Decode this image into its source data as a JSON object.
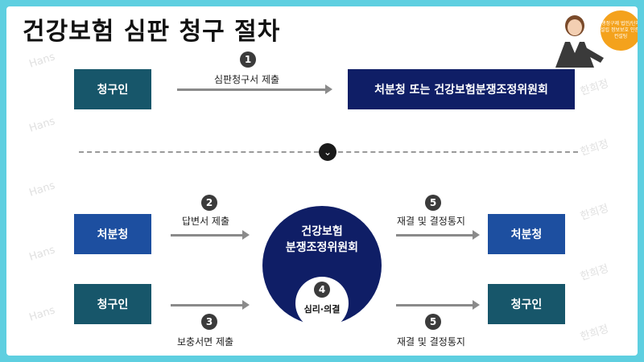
{
  "title": "건강보험 심판 청구 절차",
  "badge": "행정구제 법인/단체 설립 정보보호 인증/컨설팅",
  "watermarks": [
    "Hans",
    "한희정"
  ],
  "top_flow": {
    "source": "청구인",
    "step_number": "1",
    "step_label": "심판청구서 제출",
    "target": "처분청 또는 건강보험분쟁조정위원회"
  },
  "bottom_flow": {
    "left_top": "처분청",
    "left_bottom": "청구인",
    "step2_number": "2",
    "step2_label": "답변서 제출",
    "step3_number": "3",
    "step3_label": "보충서면 제출",
    "center_title_line1": "건강보험",
    "center_title_line2": "분쟁조정위원회",
    "step4_number": "4",
    "step4_label": "심리·의결",
    "step5_top_number": "5",
    "step5_top_label": "재결 및 결정통지",
    "step5_bottom_number": "5",
    "step5_bottom_label": "재결 및 결정통지",
    "right_top": "처분청",
    "right_bottom": "청구인"
  }
}
